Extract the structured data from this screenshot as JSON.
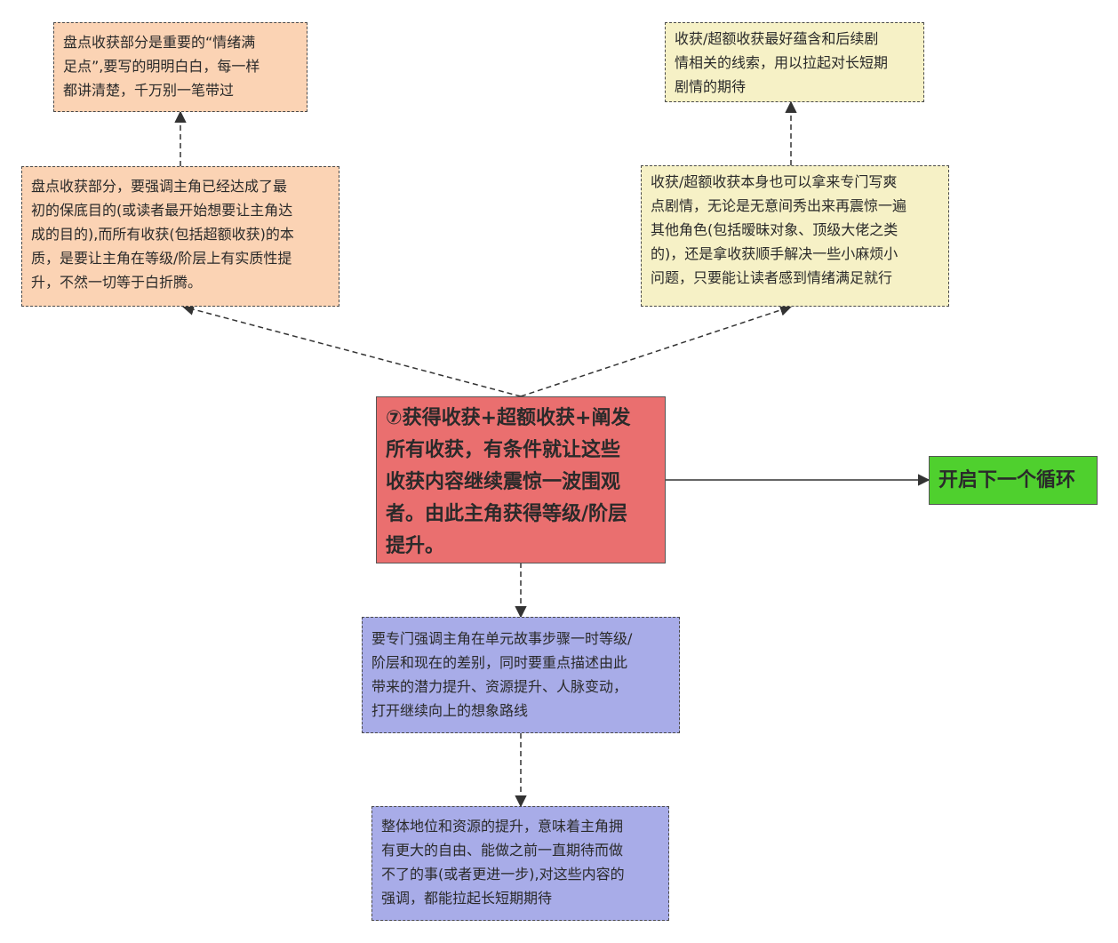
{
  "colors": {
    "orange": "#fbd3b4",
    "yellow": "#f6f1c6",
    "blue": "#a8ace8",
    "red": "#ea6f6f",
    "green": "#4fd02e",
    "edge": "#333333"
  },
  "nodes": {
    "top_left": "盘点收获部分是重要的“情绪满\n足点”,要写的明明白白，每一样\n都讲清楚，千万别一笔带过",
    "mid_left": "盘点收获部分，要强调主角已经达成了最\n初的保底目的(或读者最开始想要让主角达\n成的目的),而所有收获(包括超额收获)的本\n质，是要让主角在等级/阶层上有实质性提\n升，不然一切等于白折腾。",
    "top_right": "收获/超额收获最好蕴含和后续剧\n情相关的线索，用以拉起对长短期\n剧情的期待",
    "mid_right": "收获/超额收获本身也可以拿来专门写爽\n点剧情，无论是无意间秀出来再震惊一遍\n其他角色(包括暧昧对象、顶级大佬之类\n的)，还是拿收获顺手解决一些小麻烦小\n问题，只要能让读者感到情绪满足就行",
    "center": "⑦获得收获+超额收获+阐发\n所有收获，有条件就让这些\n收获内容继续震惊一波围观\n者。由此主角获得等级/阶层\n提升。",
    "next": "开启下一个循环",
    "blue1": "要专门强调主角在单元故事步骤一时等级/\n阶层和现在的差别，同时要重点描述由此\n带来的潜力提升、资源提升、人脉变动，\n打开继续向上的想象路线",
    "blue2": "整体地位和资源的提升，意味着主角拥\n有更大的自由、能做之前一直期待而做\n不了的事(或者更进一步),对这些内容的\n强调，都能拉起长短期期待"
  }
}
